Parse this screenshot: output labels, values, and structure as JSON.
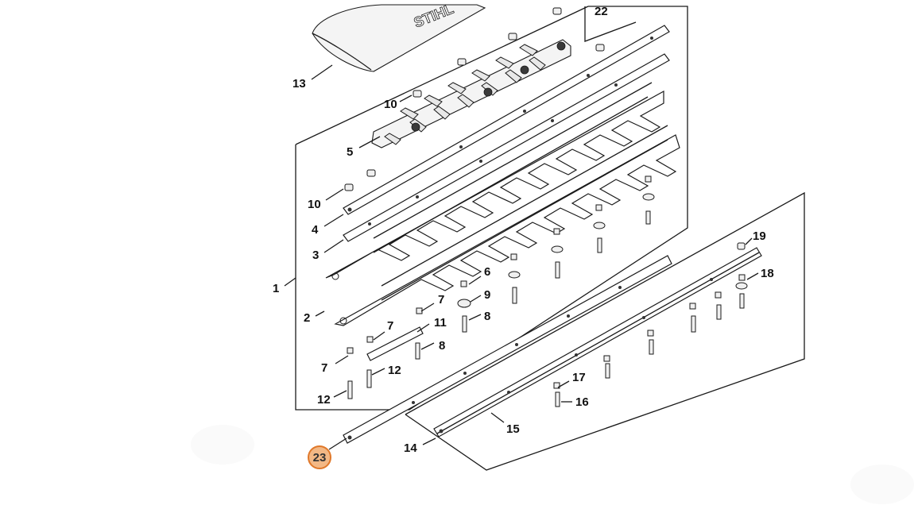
{
  "diagram": {
    "brand_text": "STIHL",
    "highlight_color": "#e0782a",
    "labels": [
      "13",
      "10",
      "5",
      "10",
      "4",
      "3",
      "1",
      "2",
      "6",
      "9",
      "7",
      "8",
      "7",
      "11",
      "8",
      "7",
      "12",
      "12",
      "19",
      "18",
      "17",
      "16",
      "15",
      "14",
      "22"
    ],
    "highlighted_label": "23"
  }
}
